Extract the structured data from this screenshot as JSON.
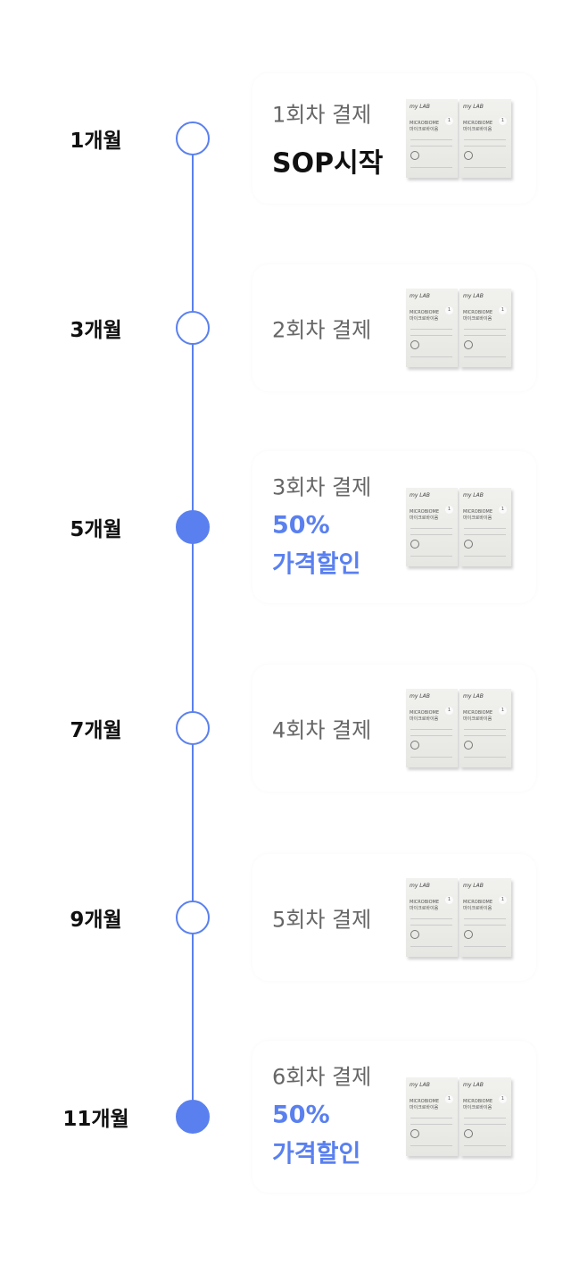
{
  "accent": "#5a80ef",
  "product": {
    "brand": "my LAB",
    "name_en": "MICROBIOME",
    "name_ko": "마이크로바이옴",
    "count": "1"
  },
  "timeline": [
    {
      "month": "1개월",
      "payment": "1회차 결제",
      "highlight": "SOP시작",
      "filled": false
    },
    {
      "month": "3개월",
      "payment": "2회차 결제",
      "filled": false
    },
    {
      "month": "5개월",
      "payment": "3회차 결제",
      "discount": [
        "50%",
        "가격할인"
      ],
      "filled": true
    },
    {
      "month": "7개월",
      "payment": "4회차 결제",
      "filled": false
    },
    {
      "month": "9개월",
      "payment": "5회차 결제",
      "filled": false
    },
    {
      "month": "11개월",
      "payment": "6회차 결제",
      "discount": [
        "50%",
        "가격할인"
      ],
      "filled": true
    }
  ]
}
